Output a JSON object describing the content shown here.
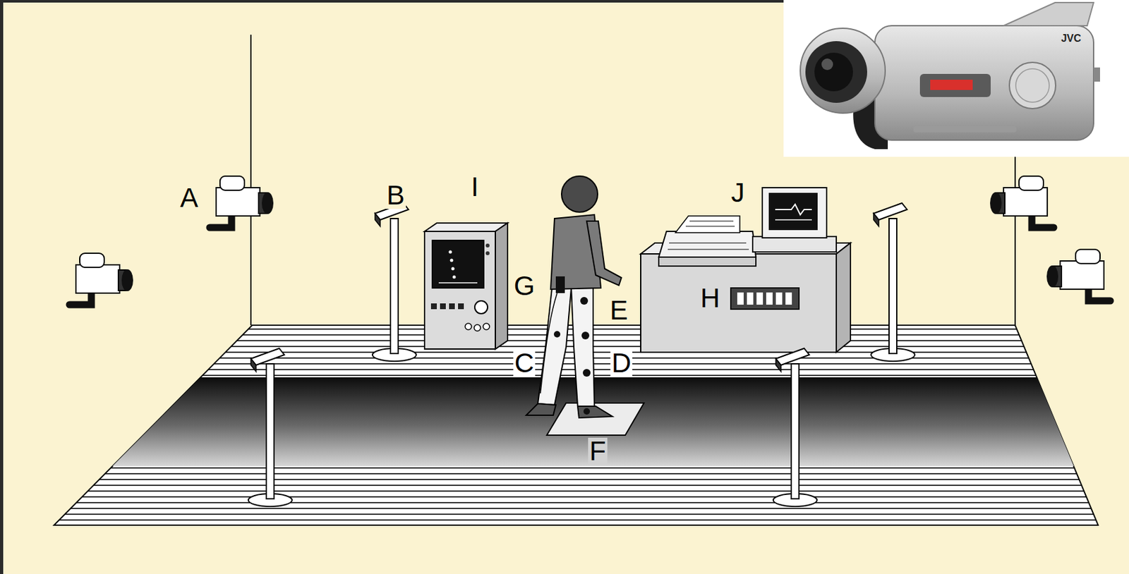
{
  "diagram": {
    "labels": [
      "A",
      "B",
      "I",
      "J",
      "G",
      "E",
      "H",
      "C",
      "D",
      "F",
      "JVC"
    ]
  }
}
